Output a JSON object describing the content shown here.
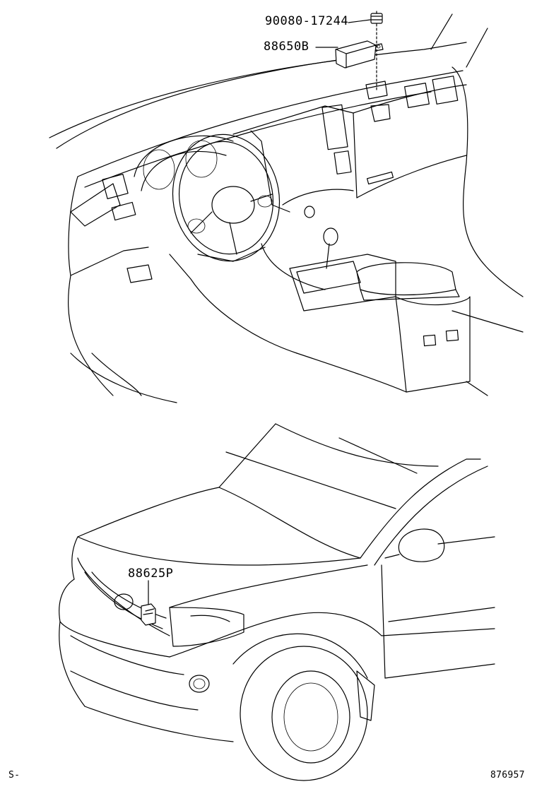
{
  "parts": {
    "bolt": {
      "number": "90080-17244"
    },
    "receiver": {
      "number": "88650B"
    },
    "sensor": {
      "number": "88625P"
    }
  },
  "footer": {
    "left_code": "S-",
    "illustration_id": "876957"
  }
}
